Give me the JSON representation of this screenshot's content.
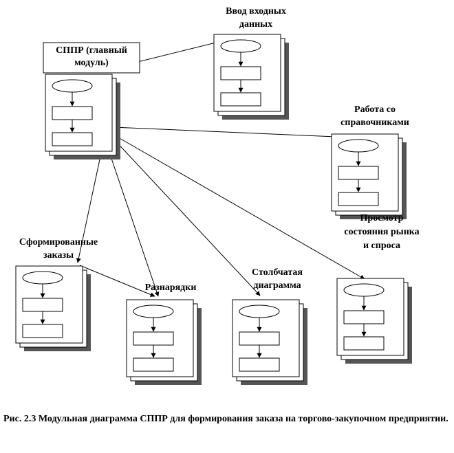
{
  "modules": [
    {
      "id": "main",
      "label_lines": [
        "СППР (главный",
        "модуль)"
      ]
    },
    {
      "id": "input",
      "label_lines": [
        "Ввод входных",
        "данных"
      ]
    },
    {
      "id": "refs",
      "label_lines": [
        "Работа со",
        "справочниками"
      ]
    },
    {
      "id": "formed",
      "label_lines": [
        "Сформированные",
        "заказы"
      ]
    },
    {
      "id": "alloc",
      "label_lines": [
        "Разнарядки"
      ]
    },
    {
      "id": "bar",
      "label_lines": [
        "Столбчатая",
        "диаграмма"
      ]
    },
    {
      "id": "market",
      "label_lines": [
        "Просмотр",
        "состояния рынка",
        "и спроса"
      ]
    }
  ],
  "caption": "Рис. 2.3 Модульная диаграмма СППР для формирования заказа на торгово-закупочном предприятии."
}
